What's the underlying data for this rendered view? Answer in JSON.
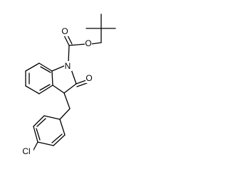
{
  "structure": {
    "atoms": {
      "carbamate_o": "O",
      "carbonyl_o_boc": "O",
      "ring_n": "N",
      "lactam_o": "O",
      "chloro": "Cl"
    }
  }
}
